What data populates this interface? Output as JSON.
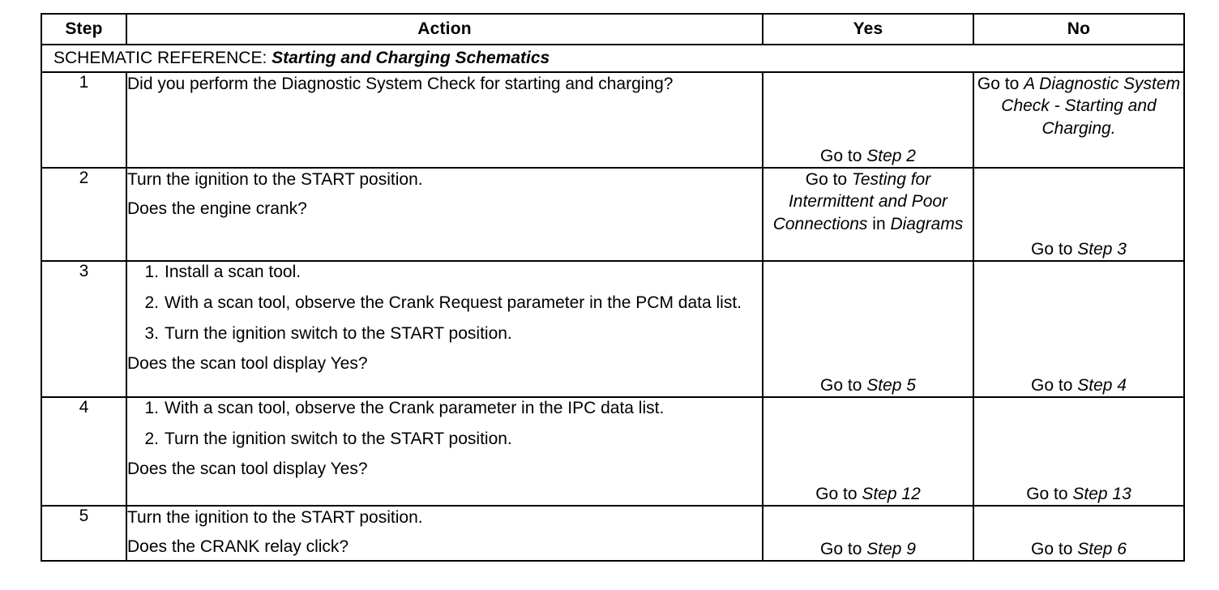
{
  "table": {
    "headers": {
      "step": "Step",
      "action": "Action",
      "yes": "Yes",
      "no": "No"
    },
    "schematic_reference": {
      "label": "SCHEMATIC REFERENCE:",
      "value": "Starting and Charging Schematics"
    },
    "rows": [
      {
        "step": "1",
        "action": {
          "lines": [
            "Did you perform the Diagnostic System Check for starting and charging?"
          ],
          "list": []
        },
        "yes": {
          "prefix": "Go to ",
          "ref": "Step 2",
          "suffix": ""
        },
        "no": {
          "prefix": "Go to ",
          "ref": "A Diagnostic System Check - Starting and Charging.",
          "suffix": ""
        }
      },
      {
        "step": "2",
        "action": {
          "lines": [
            "Turn the ignition to the START position.",
            "Does the engine crank?"
          ],
          "list": []
        },
        "yes": {
          "prefix": "Go to ",
          "ref": "Testing for Intermittent and Poor Connections",
          "mid": " in ",
          "ref2": "Diagrams",
          "suffix": ""
        },
        "no": {
          "prefix": "Go to ",
          "ref": "Step 3",
          "suffix": ""
        }
      },
      {
        "step": "3",
        "action": {
          "list": [
            "Install a scan tool.",
            "With a scan tool, observe the Crank Request parameter in the PCM data list.",
            "Turn the ignition switch to the START position."
          ],
          "lines": [
            "Does the scan tool display Yes?"
          ]
        },
        "yes": {
          "prefix": "Go to ",
          "ref": "Step 5",
          "suffix": ""
        },
        "no": {
          "prefix": "Go to ",
          "ref": "Step 4",
          "suffix": ""
        }
      },
      {
        "step": "4",
        "action": {
          "list": [
            "With a scan tool, observe the Crank parameter in the IPC data list.",
            "Turn the ignition switch to the START position."
          ],
          "lines": [
            "Does the scan tool display Yes?"
          ]
        },
        "yes": {
          "prefix": "Go to ",
          "ref": "Step 12",
          "suffix": ""
        },
        "no": {
          "prefix": "Go to ",
          "ref": "Step 13",
          "suffix": ""
        }
      },
      {
        "step": "5",
        "action": {
          "lines": [
            "Turn the ignition to the START position.",
            "Does the CRANK relay click?"
          ],
          "list": []
        },
        "yes": {
          "prefix": "Go to ",
          "ref": "Step 9",
          "suffix": ""
        },
        "no": {
          "prefix": "Go to ",
          "ref": "Step 6",
          "suffix": ""
        }
      }
    ]
  },
  "colors": {
    "border": "#000000",
    "text": "#000000",
    "background": "#ffffff"
  }
}
